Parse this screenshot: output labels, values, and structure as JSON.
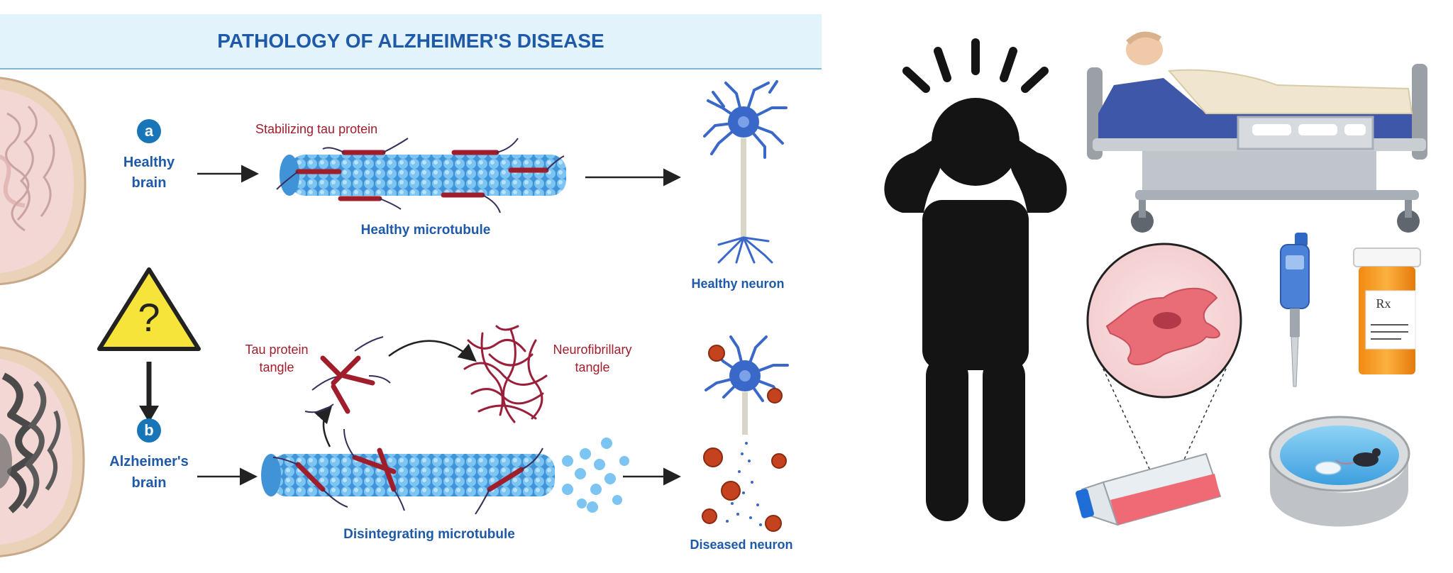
{
  "title": "PATHOLOGY OF ALZHEIMER'S DISEASE",
  "healthy": {
    "badge": "a",
    "brain_label_line1": "Healthy",
    "brain_label_line2": "brain",
    "tau_label": "Stabilizing tau protein",
    "microtubule_label": "Healthy microtubule",
    "neuron_label": "Healthy neuron"
  },
  "alzheimers": {
    "badge": "b",
    "brain_label_line1": "Alzheimer's",
    "brain_label_line2": "brain",
    "tangle_label_line1": "Tau protein",
    "tangle_label_line2": "tangle",
    "nft_label_line1": "Neurofibrillary",
    "nft_label_line2": "tangle",
    "microtubule_label": "Disintegrating microtubule",
    "neuron_label": "Diseased neuron"
  },
  "warning_symbol": "?",
  "prescription_symbol": "Rx",
  "colors": {
    "title_blue": "#1e5aa8",
    "tau_red": "#a01e2c",
    "microtubule_blue": "#4aa3e0",
    "neuron_blue": "#3a68c8",
    "warning_yellow": "#f7e43a",
    "brain_pink": "#f1d5d0"
  },
  "icons": [
    "brain-icon",
    "microtubule-icon",
    "neuron-icon",
    "warning-icon",
    "stressed-person-icon",
    "hospital-bed-icon",
    "cell-magnified-icon",
    "culture-flask-icon",
    "pipette-icon",
    "pill-bottle-icon",
    "water-maze-icon",
    "mouse-icon"
  ]
}
